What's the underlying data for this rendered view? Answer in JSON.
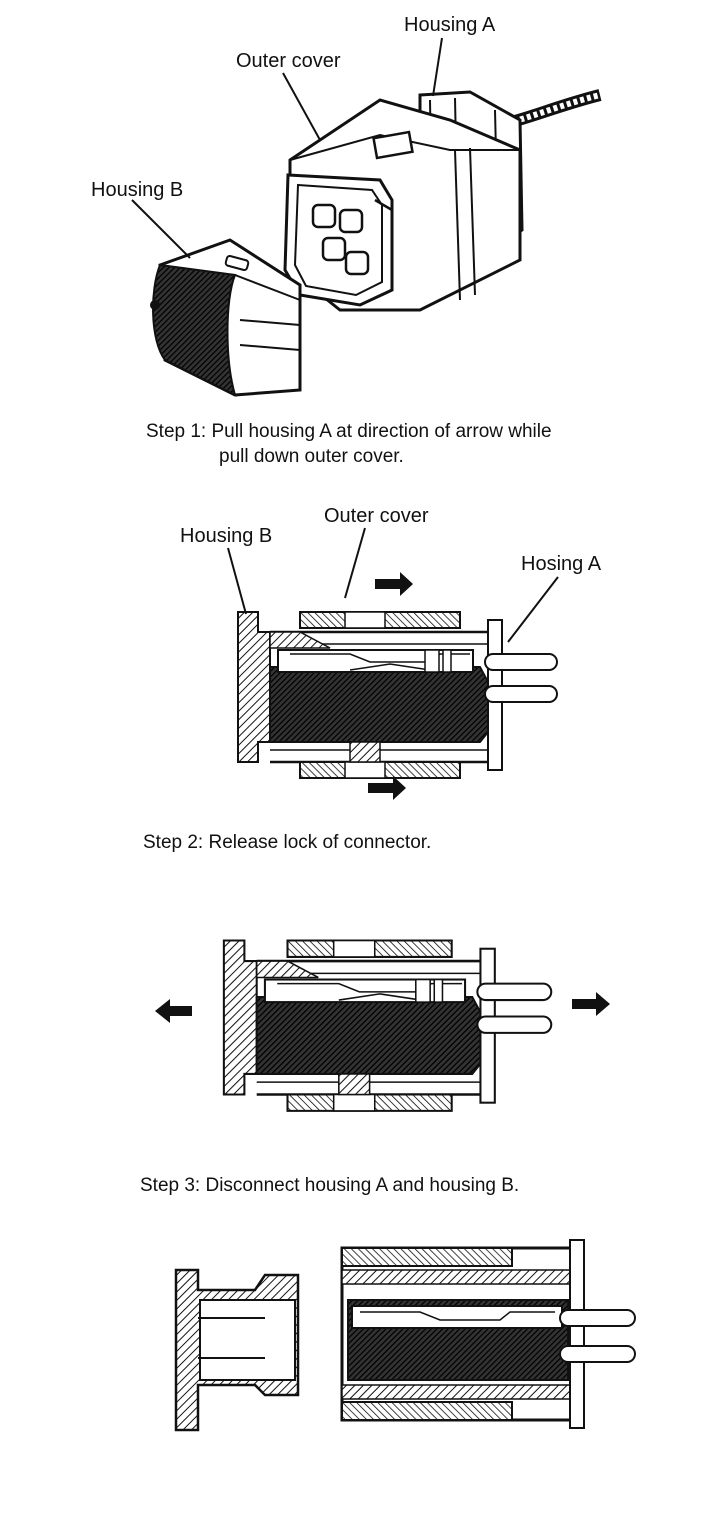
{
  "figure1": {
    "labels": {
      "housing_a": "Housing A",
      "outer_cover": "Outer cover",
      "housing_b": "Housing B"
    }
  },
  "step1": {
    "line1": "Step 1: Pull housing A at direction of arrow while",
    "line2": "pull down outer cover."
  },
  "figure2": {
    "labels": {
      "outer_cover": "Outer cover",
      "housing_b": "Housing B",
      "housing_a": "Hosing A"
    }
  },
  "step2": {
    "text": "Step 2: Release lock of connector."
  },
  "step3": {
    "text": "Step 3: Disconnect housing A and housing B."
  }
}
